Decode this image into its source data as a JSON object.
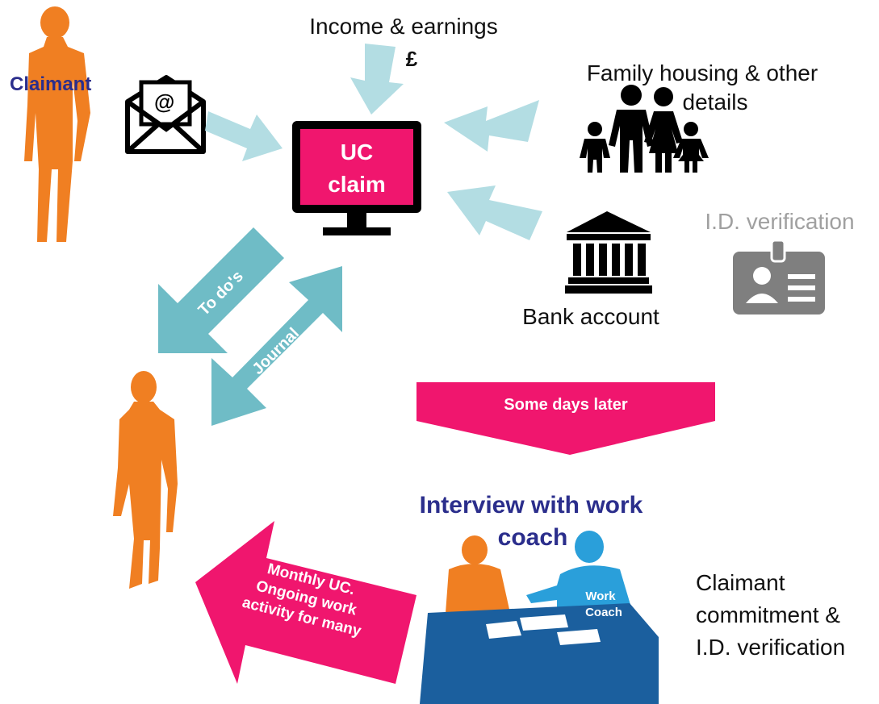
{
  "claimant": {
    "label": "Claimant"
  },
  "income": {
    "label": "Income & earnings",
    "currency_symbol": "£"
  },
  "family": {
    "line1": "Family housing & other",
    "line2": "details"
  },
  "uc_claim": {
    "line1": "UC",
    "line2": "claim"
  },
  "bank": {
    "label": "Bank account"
  },
  "id_verification": {
    "label": "I.D. verification"
  },
  "todos": {
    "label": "To do's"
  },
  "journal": {
    "label": "Journal"
  },
  "some_days_later": {
    "label": "Some days later"
  },
  "interview": {
    "line1": "Interview with work",
    "line2": "coach"
  },
  "work_coach": {
    "line1": "Work",
    "line2": "Coach"
  },
  "monthly": {
    "line1": "Monthly UC.",
    "line2": "Ongoing work",
    "line3": "activity for many"
  },
  "commitment": {
    "line1": "Claimant",
    "line2": "commitment &",
    "line3": "I.D. verification"
  },
  "colors": {
    "person_orange": "#f07f22",
    "pink": "#f0166e",
    "light_teal": "#b3dde3",
    "teal": "#6fbcc6",
    "navy": "#2b2e8c",
    "coach_blue": "#2a9fda",
    "desk_blue": "#1b5f9e",
    "gray_id": "#7f7f7f"
  }
}
